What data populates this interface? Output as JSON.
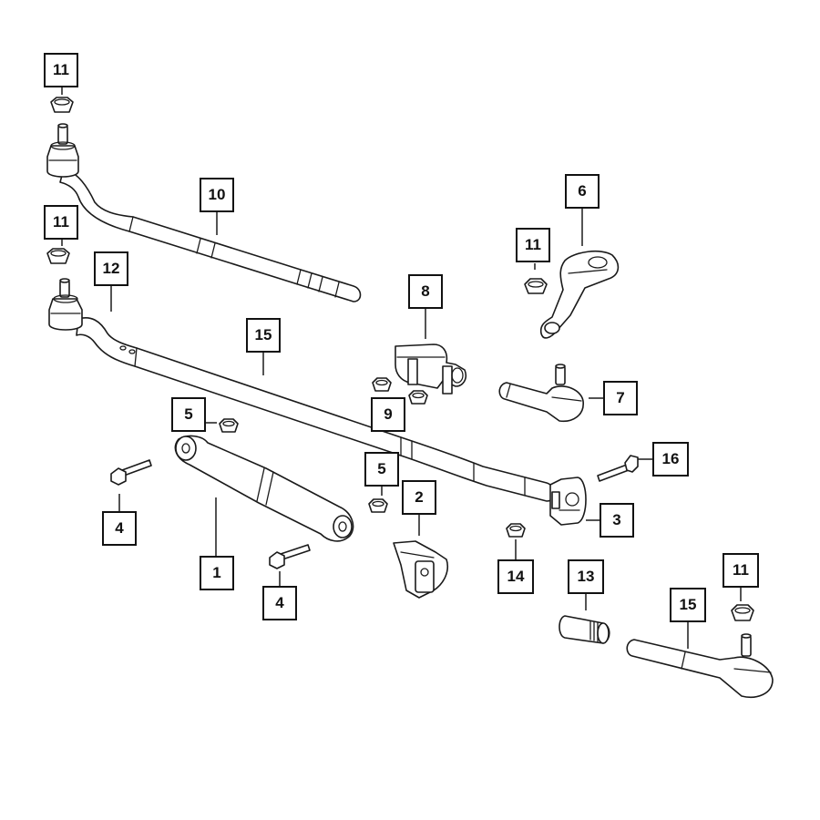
{
  "colors": {
    "line": "#1a1a1a",
    "background": "#ffffff",
    "label_border": "#111111"
  },
  "callouts": {
    "c11a": "11",
    "c11b": "11",
    "c11c": "11",
    "c11d": "11",
    "c10": "10",
    "c12": "12",
    "c15a": "15",
    "c15b": "15",
    "c8": "8",
    "c6": "6",
    "c7": "7",
    "c9": "9",
    "c5a": "5",
    "c5b": "5",
    "c4a": "4",
    "c4b": "4",
    "c1": "1",
    "c2": "2",
    "c3": "3",
    "c14": "14",
    "c13": "13",
    "c16": "16"
  }
}
